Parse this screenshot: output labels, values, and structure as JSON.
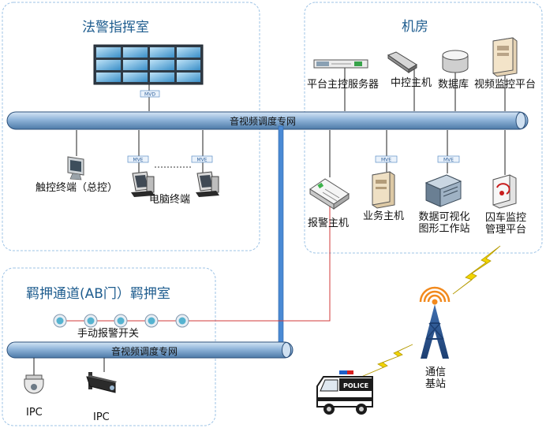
{
  "regions": {
    "court_room": "法警指挥室",
    "machine_room": "机房",
    "custody_room": "羁押通道(AB门）羁押室"
  },
  "bus": {
    "upper_label": "音视频调度专网",
    "lower_label": "音视频调度专网"
  },
  "tags": {
    "mvd": "MVD",
    "mve": "MVE"
  },
  "devices": {
    "touch_terminal": "触控终端（总控）",
    "pc_terminal": "电脑终端",
    "platform_server": "平台主控服务器",
    "central_host": "中控主机",
    "database": "数据库",
    "video_platform": "视频监控平台",
    "alarm_host": "报警主机",
    "business_host": "业务主机",
    "visual_workstation_line1": "数据可视化",
    "visual_workstation_line2": "图形工作站",
    "prison_car_line1": "囚车监控",
    "prison_car_line2": "管理平台",
    "manual_alarm": "手动报警开关",
    "ipc_dome": "IPC",
    "ipc_bullet": "IPC",
    "base_station_line1": "通信",
    "base_station_line2": "基站",
    "police_sign": "POLICE"
  },
  "colors": {
    "region_border": "#9dc3e6",
    "bus_fill": "#8fb4d9",
    "bus_stroke": "#2b4f7a",
    "vertical_link": "#4a8ad4",
    "alarm_line": "#d23a3a",
    "title_text": "#1f5d8f",
    "lightning": "#f2d500"
  }
}
